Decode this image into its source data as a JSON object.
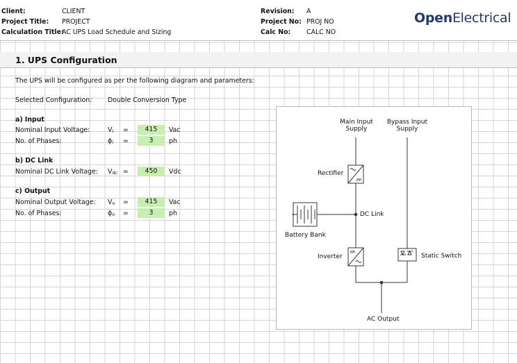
{
  "header": {
    "client_label": "Client:",
    "client_value": "CLIENT",
    "project_title_label": "Project Title:",
    "project_title_value": "PROJECT",
    "calc_title_label": "Calculation Title:",
    "calc_title_value": "AC UPS Load Schedule and Sizing",
    "revision_label": "Revision:",
    "revision_value": "A",
    "project_no_label": "Project No:",
    "project_no_value": "PROJ NO",
    "calc_no_label": "Calc No:",
    "calc_no_value": "CALC NO",
    "logo_open": "Open",
    "logo_electrical": "Electrical"
  },
  "section": {
    "title": "1. UPS Configuration",
    "intro": "The UPS will be configured as per the following diagram and parameters:",
    "selected_label": "Selected Configuration:",
    "selected_value": "Double Conversion Type"
  },
  "input": {
    "heading": "a) Input",
    "voltage_label": "Nominal Input Voltage:",
    "voltage_symbol": "V",
    "voltage_sub": "i",
    "voltage_eq": "=",
    "voltage_value": "415",
    "voltage_unit": "Vac",
    "phases_label": "No. of Phases:",
    "phases_symbol": "ϕ",
    "phases_sub": "i",
    "phases_eq": "=",
    "phases_value": "3",
    "phases_unit": "ph"
  },
  "dclink": {
    "heading": "b) DC Link",
    "voltage_label": "Nominal DC Link Voltage:",
    "voltage_symbol": "V",
    "voltage_sub": "dc",
    "voltage_eq": "=",
    "voltage_value": "450",
    "voltage_unit": "Vdc"
  },
  "output": {
    "heading": "c) Output",
    "voltage_label": "Nominal Output Voltage:",
    "voltage_symbol": "V",
    "voltage_sub": "o",
    "voltage_eq": "=",
    "voltage_value": "415",
    "voltage_unit": "Vac",
    "phases_label": "No. of Phases:",
    "phases_symbol": "ϕ",
    "phases_sub": "o",
    "phases_eq": "=",
    "phases_value": "3",
    "phases_unit": "ph"
  },
  "diagram": {
    "main_input_line1": "Main Input",
    "main_input_line2": "Supply",
    "bypass_input_line1": "Bypass Input",
    "bypass_input_line2": "Supply",
    "rectifier": "Rectifier",
    "dc_link": "DC Link",
    "battery_bank": "Battery Bank",
    "inverter": "Inverter",
    "static_switch": "Static Switch",
    "ac_output": "AC Output"
  },
  "colors": {
    "input_cell": "#c6efb0",
    "logo": "#1f3b73",
    "grid": "#d4d4d4"
  }
}
